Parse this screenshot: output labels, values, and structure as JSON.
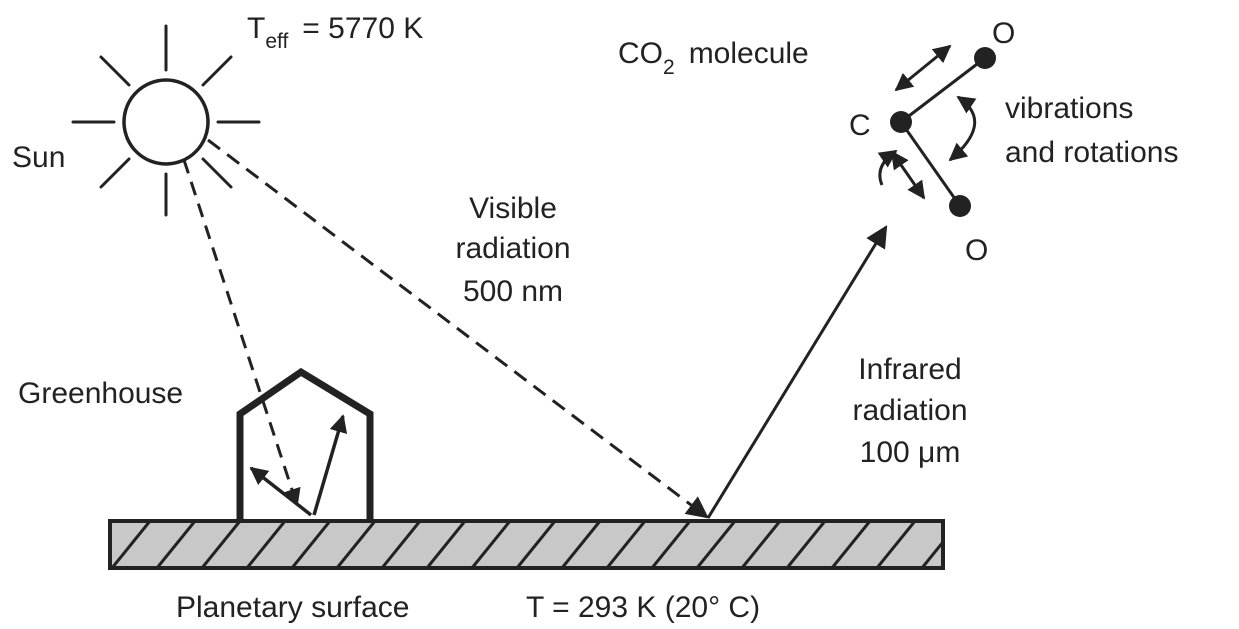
{
  "colors": {
    "ink": "#222222",
    "surface_fill": "#c8c8c8",
    "background": "#ffffff"
  },
  "sun": {
    "label": "Sun",
    "temp_symbol": "T",
    "temp_subscript": "eff",
    "temp_value": "= 5770 K"
  },
  "visible": {
    "line1": "Visible",
    "line2": "radiation",
    "line3": "500 nm"
  },
  "infrared": {
    "line1": "Infrared",
    "line2": "radiation",
    "line3": "100 μm"
  },
  "molecule": {
    "formula_main": "CO",
    "formula_sub": "2",
    "formula_word": "molecule",
    "carbon": "C",
    "oxygen_top": "O",
    "oxygen_bottom": "O",
    "motion_line1": "vibrations",
    "motion_line2": "and rotations"
  },
  "greenhouse": {
    "label": "Greenhouse"
  },
  "surface": {
    "label": "Planetary surface",
    "temperature": "T = 293 K  (20° C)"
  }
}
